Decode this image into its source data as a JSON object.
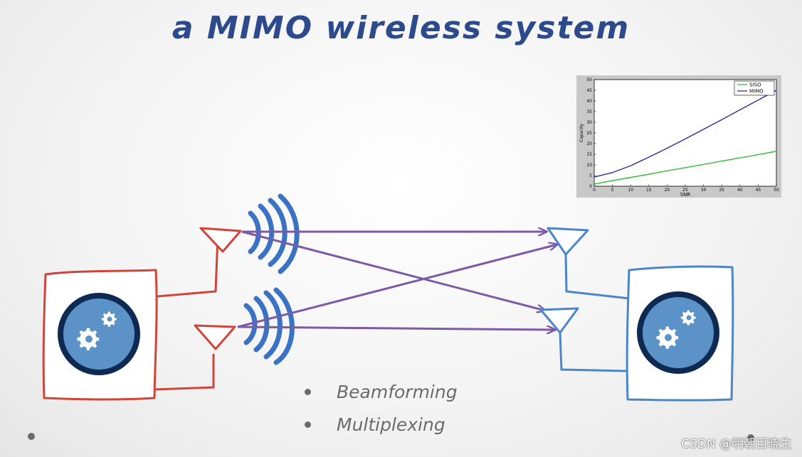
{
  "title": "a MIMO wireless system",
  "bullets": [
    "Beamforming",
    "Multiplexing"
  ],
  "watermark": "CSDN @明朝百晓生",
  "colors": {
    "transmitter": "#d0453a",
    "receiver": "#4a86c8",
    "signal_wave": "#3a72c4",
    "path_arrow": "#7b5aa6",
    "gear_disc_outer": "#0f2a52",
    "gear_disc_inner": "#5b93c8",
    "title": "#2c4a8c"
  },
  "icons": {
    "transmitter_gear": "gear-icon",
    "receiver_gear": "gear-icon",
    "transmit_antenna": "antenna-icon",
    "receive_antenna": "antenna-icon",
    "radio_wave": "radio-wave-icon"
  },
  "chart_data": {
    "type": "line",
    "title": "",
    "xlabel": "SNR",
    "ylabel": "Capacity",
    "xlim": [
      0,
      50
    ],
    "ylim": [
      0,
      50
    ],
    "xticks": [
      0,
      5,
      10,
      15,
      20,
      25,
      30,
      35,
      40,
      45,
      50
    ],
    "yticks": [
      0,
      5,
      10,
      15,
      20,
      25,
      30,
      35,
      40,
      45,
      50
    ],
    "grid": false,
    "legend_position": "top-right",
    "series": [
      {
        "name": "SISO",
        "color": "#22bb22",
        "x": [
          0,
          5,
          10,
          15,
          20,
          25,
          30,
          35,
          40,
          45,
          50
        ],
        "y": [
          1.0,
          2.6,
          4.1,
          5.6,
          7.2,
          8.7,
          10.2,
          11.8,
          13.3,
          14.8,
          16.4
        ]
      },
      {
        "name": "MIMO",
        "color": "#1a1a8c",
        "x": [
          0,
          5,
          10,
          15,
          20,
          25,
          30,
          35,
          40,
          45,
          50
        ],
        "y": [
          4.3,
          6.4,
          9.6,
          13.6,
          17.8,
          22.2,
          26.7,
          31.2,
          35.8,
          40.4,
          45.0
        ]
      }
    ]
  }
}
